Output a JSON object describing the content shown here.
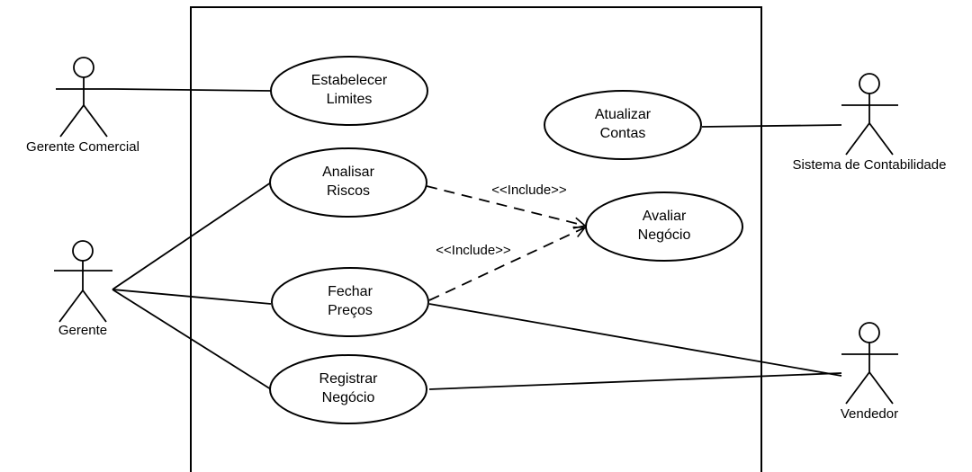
{
  "actors": {
    "gerente_comercial": {
      "label": "Gerente Comercial"
    },
    "gerente": {
      "label": "Gerente"
    },
    "sistema_contabilidade": {
      "label": "Sistema de Contabilidade"
    },
    "vendedor": {
      "label": "Vendedor"
    }
  },
  "use_cases": {
    "estabelecer_limites": {
      "line1": "Estabelecer",
      "line2": "Limites"
    },
    "atualizar_contas": {
      "line1": "Atualizar",
      "line2": "Contas"
    },
    "analisar_riscos": {
      "line1": "Analisar",
      "line2": "Riscos"
    },
    "avaliar_negocio": {
      "line1": "Avaliar",
      "line2": "Negócio"
    },
    "fechar_precos": {
      "line1": "Fechar",
      "line2": "Preços"
    },
    "registrar_negocio": {
      "line1": "Registrar",
      "line2": "Negócio"
    }
  },
  "relations": {
    "include_1": "<<Include>>",
    "include_2": "<<Include>>"
  }
}
